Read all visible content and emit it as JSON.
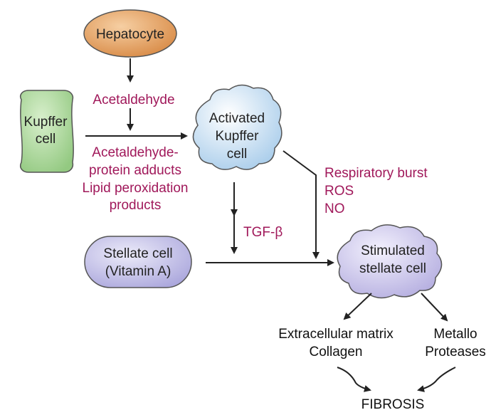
{
  "colors": {
    "magenta": "#a0185a",
    "hepatocyte": "#e09a58",
    "kupffer": "#a9d79a",
    "activated": "#bcd8ef",
    "stellate": "#c5c3e6",
    "stimulated": "#cac4ea",
    "arrow": "#222222"
  },
  "nodes": {
    "hepatocyte": "Hepatocyte",
    "kupffer": [
      "Kupffer",
      "cell"
    ],
    "activated": [
      "Activated",
      "Kupffer",
      "cell"
    ],
    "stellate": [
      "Stellate cell",
      "(Vitamin A)"
    ],
    "stimulated": [
      "Stimulated",
      "stellate cell"
    ]
  },
  "labels": {
    "acetaldehyde": "Acetaldehyde",
    "adducts": [
      "Acetaldehyde-",
      "protein adducts",
      "Lipid peroxidation",
      "products"
    ],
    "burst": [
      "Respiratory burst",
      "ROS",
      "NO"
    ],
    "tgf": "TGF-β",
    "matrix": [
      "Extracellular matrix",
      "Collagen"
    ],
    "metallo": [
      "Metallo",
      "Proteases"
    ],
    "fibrosis": "FIBROSIS"
  }
}
